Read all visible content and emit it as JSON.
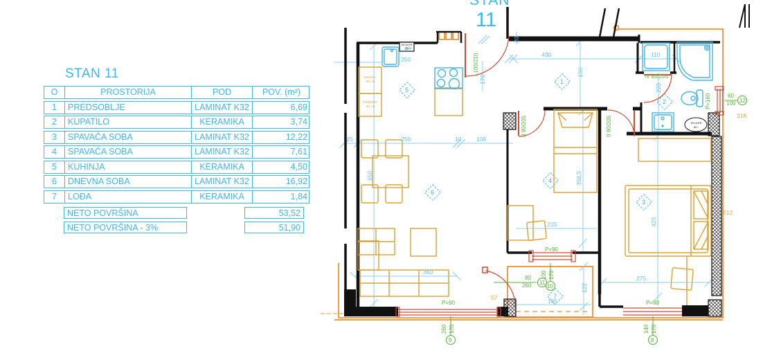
{
  "table": {
    "title": "STAN 11",
    "headers": {
      "o": "O",
      "room": "PROSTORIJA",
      "floor": "POD",
      "area": "POV. (m²)"
    },
    "rows": [
      {
        "num": "1",
        "room": "PREDSOBLJE",
        "floor": "LAMINAT K32",
        "area": "6,69"
      },
      {
        "num": "2",
        "room": "KUPATILO",
        "floor": "KERAMIKA",
        "area": "3,74"
      },
      {
        "num": "3",
        "room": "SPAVAĆA SOBA",
        "floor": "LAMINAT K32",
        "area": "12,22"
      },
      {
        "num": "4",
        "room": "SPAVAĆA SOBA",
        "floor": "LAMINAT K32",
        "area": "7,61"
      },
      {
        "num": "5",
        "room": "KUHINJA",
        "floor": "KERAMIKA",
        "area": "4,50"
      },
      {
        "num": "6",
        "room": "DNEVNA SOBA",
        "floor": "LAMINAT K32",
        "area": "16,92"
      },
      {
        "num": "7",
        "room": "LOĐA",
        "floor": "KERAMIKA",
        "area": "1,84"
      }
    ],
    "summary": [
      {
        "label": "NETO POVRŠINA",
        "value": "53,52"
      },
      {
        "label": "NETO POVRŠINA - 3%",
        "value": "51,90"
      }
    ]
  },
  "plan": {
    "title1": "STAN",
    "title2": "11",
    "rooms": {
      "r1": "1",
      "r2": "2",
      "r3": "3",
      "r4": "4",
      "r5": "5",
      "r6": "6",
      "r7": "7"
    },
    "dims": {
      "d430": "430",
      "d150": "150",
      "d170e": "170",
      "d20": "20",
      "d110": "110",
      "d220": "220",
      "d250k": "250",
      "d25": "25",
      "d250": "250",
      "d10": "10",
      "d100": "100",
      "d650": "650",
      "d360": "360",
      "d215": "215",
      "d3585": "358,5",
      "d420": "420",
      "d275": "275",
      "d122": "122",
      "d165": "165"
    },
    "doors": {
      "entry": "I 100/210",
      "room4": "II 90/205",
      "room3": "II 90/205",
      "bath": "IV 80/205",
      "p160": "P=160",
      "p90a": "P=90",
      "p90b": "P=90",
      "p90c": "P=90"
    },
    "windows": {
      "w8": "8",
      "w8a": "140",
      "w8b": "170",
      "w9": "9",
      "w9a": "260",
      "w9b": "170",
      "w10": "10",
      "w10a": "100",
      "w10b": "170",
      "w11": "11",
      "w11a": "80",
      "w11b": "260",
      "w12": "12",
      "w12a": "60",
      "w12b": "100"
    },
    "orange_dims": {
      "o316": "316",
      "o212": "212",
      "o57": "57"
    },
    "appliances": {
      "masina1": "MAŠINA",
      "masina2": "60 cm",
      "frizider1": "FRIŽIDER",
      "frizider2": "60 cm",
      "bojler_k1": "BOJLER",
      "bojler_k2": "10 l",
      "bojler_b1": "BOJLER",
      "bojler_b2": "80 l"
    }
  },
  "colors": {
    "table_cyan": "#41b6ea",
    "dim_blue": "#63c3ee",
    "wall_black": "#111111",
    "furniture_orange": "#d8a331",
    "facade_orange": "#ef9134",
    "door_red": "#cd4a33",
    "label_green": "#56b53a",
    "fixture_blue": "#45b4e4"
  }
}
